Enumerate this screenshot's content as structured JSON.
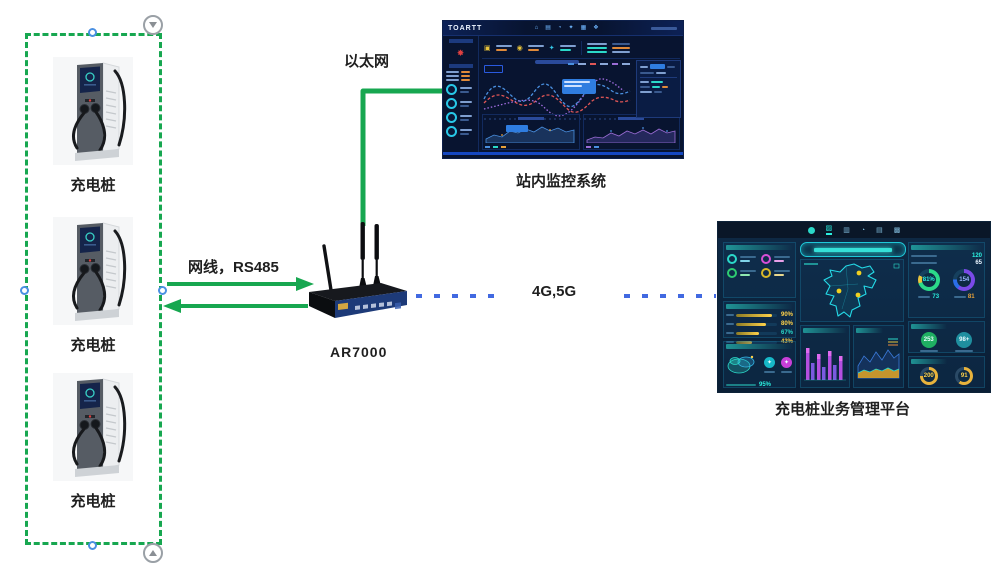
{
  "labels": {
    "ethernet": "以太网",
    "cable_rs485": "网线，RS485",
    "router_model": "AR7000",
    "wan": "4G,5G",
    "monitor_caption": "站内监控系统",
    "platform_caption": "充电桩业务管理平台"
  },
  "piles": [
    {
      "label": "充电桩"
    },
    {
      "label": "充电桩"
    },
    {
      "label": "充电桩"
    }
  ],
  "monitor": {
    "logo": "TOARTT"
  },
  "platform": {
    "bar_values": [
      "90%",
      "80%",
      "67%",
      "43%"
    ],
    "availability": "95%",
    "stat_rows": {
      "r1": "120",
      "r2": "65"
    },
    "gauges": {
      "g1": "81%",
      "g2": "154",
      "sub1": "73",
      "sub2": "81"
    },
    "circles": {
      "c1": "253",
      "c2": "98+"
    },
    "arcs": {
      "a1": "200",
      "a2": "91"
    }
  },
  "colors": {
    "diagram_green": "#17a750",
    "wan_dash_blue": "#4169e1",
    "selection_handle_blue": "#4a90e2",
    "monitor_bg": "#081430",
    "platform_bg": "#0d2842",
    "accent_teal": "#2bd9c9",
    "accent_yellow": "#ffd24a",
    "accent_purple": "#b44fe0",
    "alarm_red": "#e05656",
    "tooltip_blue": "#2f7de0"
  }
}
